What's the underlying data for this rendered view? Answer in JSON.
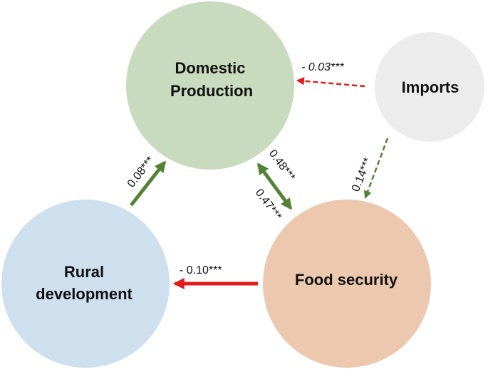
{
  "colors": {
    "domestic_fill": "#c9dbbf",
    "imports_fill": "#ececec",
    "rural_fill": "#cedfee",
    "food_fill": "#ecc9ae",
    "positive_arrow": "#548235",
    "negative_arrow": "#e31b1b"
  },
  "nodes": {
    "domestic": {
      "line1": "Domestic",
      "line2": "Production"
    },
    "imports": {
      "label": "Imports"
    },
    "rural": {
      "line1": "Rural",
      "line2": "development"
    },
    "food": {
      "label": "Food security"
    }
  },
  "edges": {
    "imports_to_domestic": {
      "label": "- 0.03***",
      "style": "dashed",
      "color": "negative"
    },
    "imports_to_food": {
      "label": "0.14***",
      "style": "dashed",
      "color": "positive"
    },
    "rural_to_domestic": {
      "label": "0.08***",
      "style": "solid",
      "color": "positive"
    },
    "domestic_to_food": {
      "label": "0.48***",
      "style": "solid",
      "color": "positive"
    },
    "food_to_domestic": {
      "label": "0.47***",
      "style": "solid",
      "color": "positive"
    },
    "food_to_rural": {
      "label": "- 0.10***",
      "style": "solid",
      "color": "negative"
    }
  }
}
